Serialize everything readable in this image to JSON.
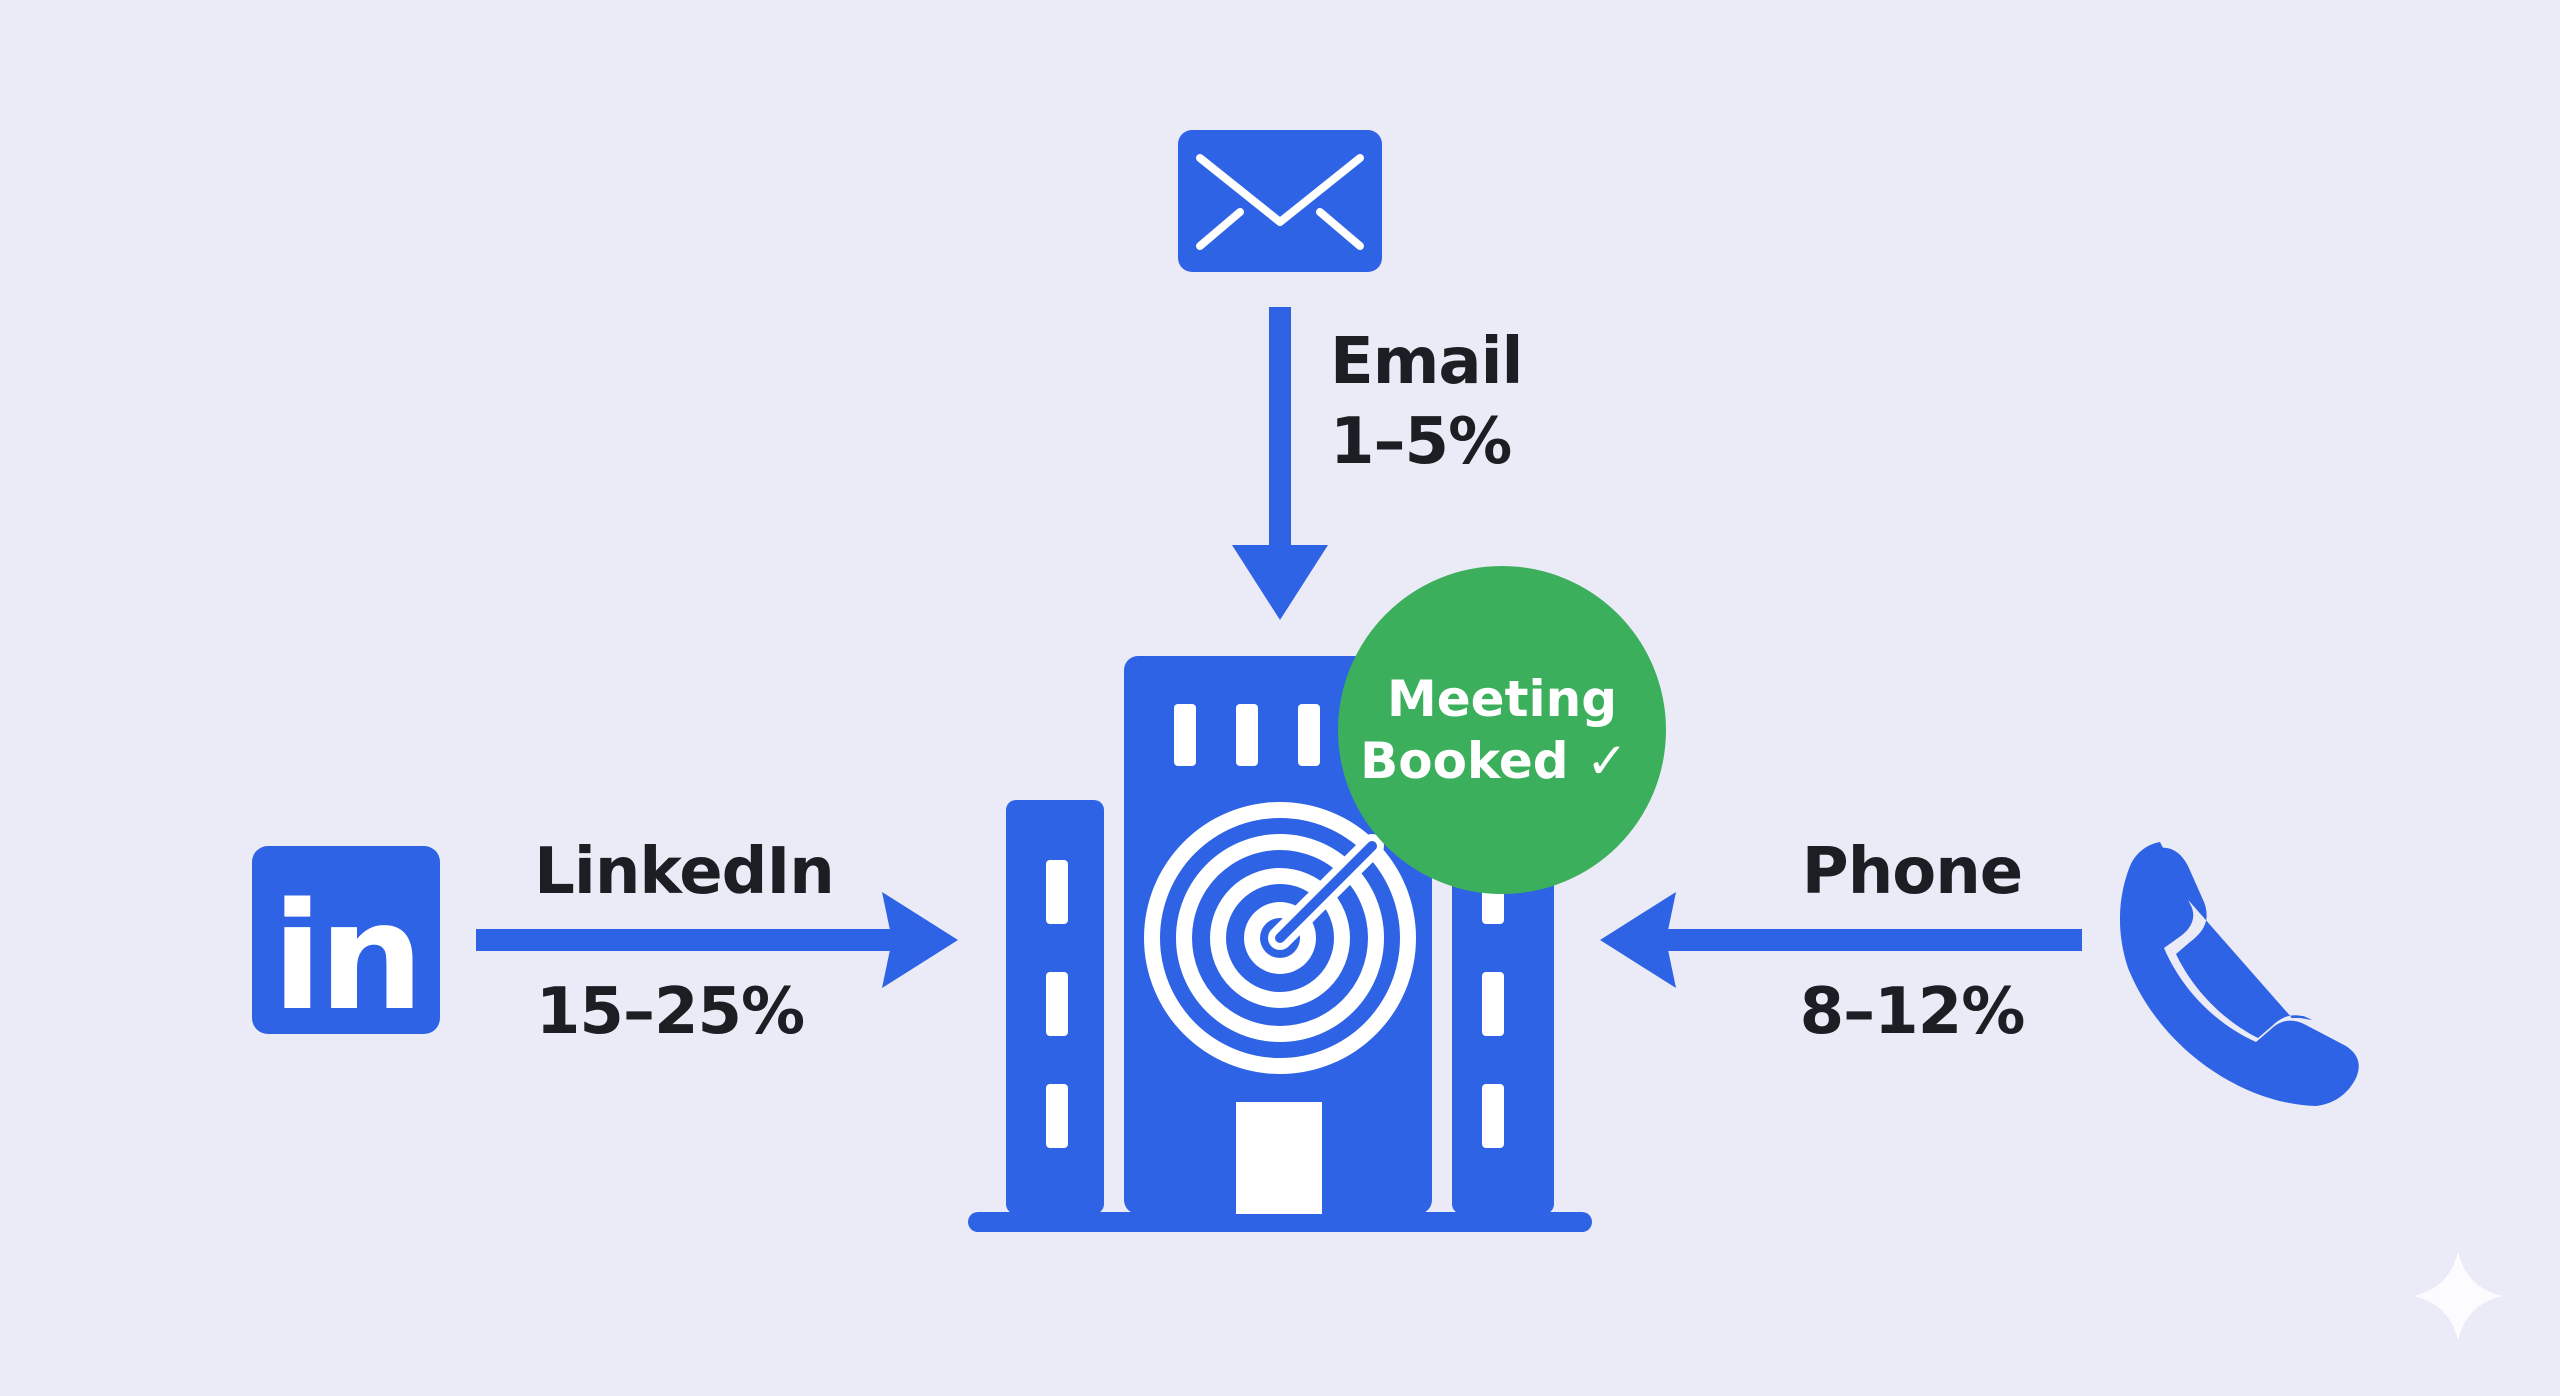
{
  "colors": {
    "background": "#ebebf7",
    "primary": "#2f63e6",
    "success": "#3caf5c",
    "text": "#1d1d24",
    "watermark": "#ffffff"
  },
  "channels": {
    "email": {
      "label": "Email",
      "rate": "1–5%",
      "icon": "envelope-icon"
    },
    "linkedin": {
      "label": "LinkedIn",
      "rate": "15–25%",
      "icon": "linkedin-icon",
      "logo_text": "in"
    },
    "phone": {
      "label": "Phone",
      "rate": "8–12%",
      "icon": "phone-icon"
    }
  },
  "target": {
    "icon": "building-target-icon",
    "badge": {
      "line1": "Meeting",
      "line2": "Booked ✓"
    }
  },
  "watermark": {
    "icon": "sparkle-icon"
  }
}
